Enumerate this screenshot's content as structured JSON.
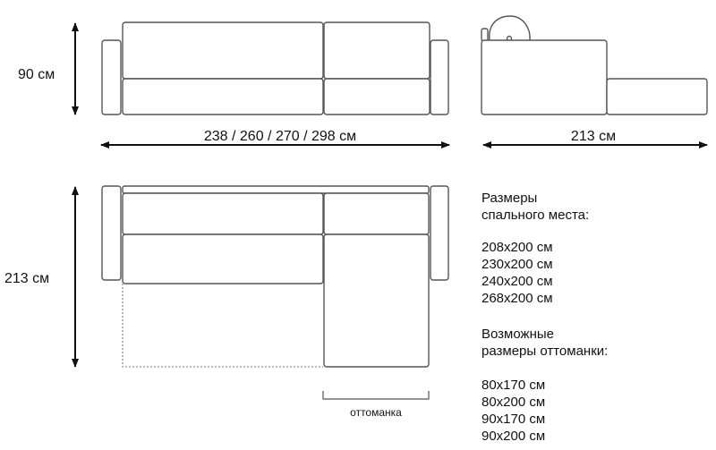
{
  "front_view": {
    "height_label": "90 см",
    "width_label": "238 / 260 / 270 / 298 см"
  },
  "side_view": {
    "depth_label": "213 см"
  },
  "top_view": {
    "depth_label": "213 см",
    "ottoman_label": "оттоманка"
  },
  "specs": {
    "sleeping_title": [
      "Размеры",
      "спального места:"
    ],
    "sleeping_sizes": [
      "208x200 см",
      "230x200 см",
      "240x200 см",
      "268x200 см"
    ],
    "ottoman_title": [
      "Возможные",
      "размеры оттоманки:"
    ],
    "ottoman_sizes": [
      "80x170 см",
      "80x200 см",
      "90x170 см",
      "90x200 см"
    ]
  }
}
